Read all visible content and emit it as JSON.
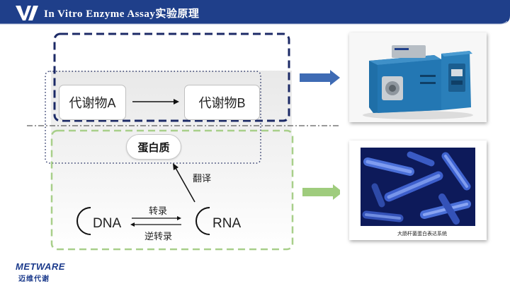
{
  "header": {
    "title": "In Vitro Enzyme Assay实验原理"
  },
  "diagram": {
    "metabolite_a": "代谢物A",
    "metabolite_b": "代谢物B",
    "protein": "蛋白质",
    "translation": "翻译",
    "dna": "DNA",
    "rna": "RNA",
    "transcription": "转录",
    "reverse_transcription": "逆转录"
  },
  "images": {
    "bacteria_caption": "大肠杆菌蛋白表达系统"
  },
  "logo": {
    "brand": "METWARE",
    "chinese": "迈维代谢"
  },
  "colors": {
    "header_blue": "#1f3f8a",
    "dark_navy": "#1c2a66",
    "green": "#a8cf8a",
    "arrow_blue": "#3e6bb4"
  }
}
